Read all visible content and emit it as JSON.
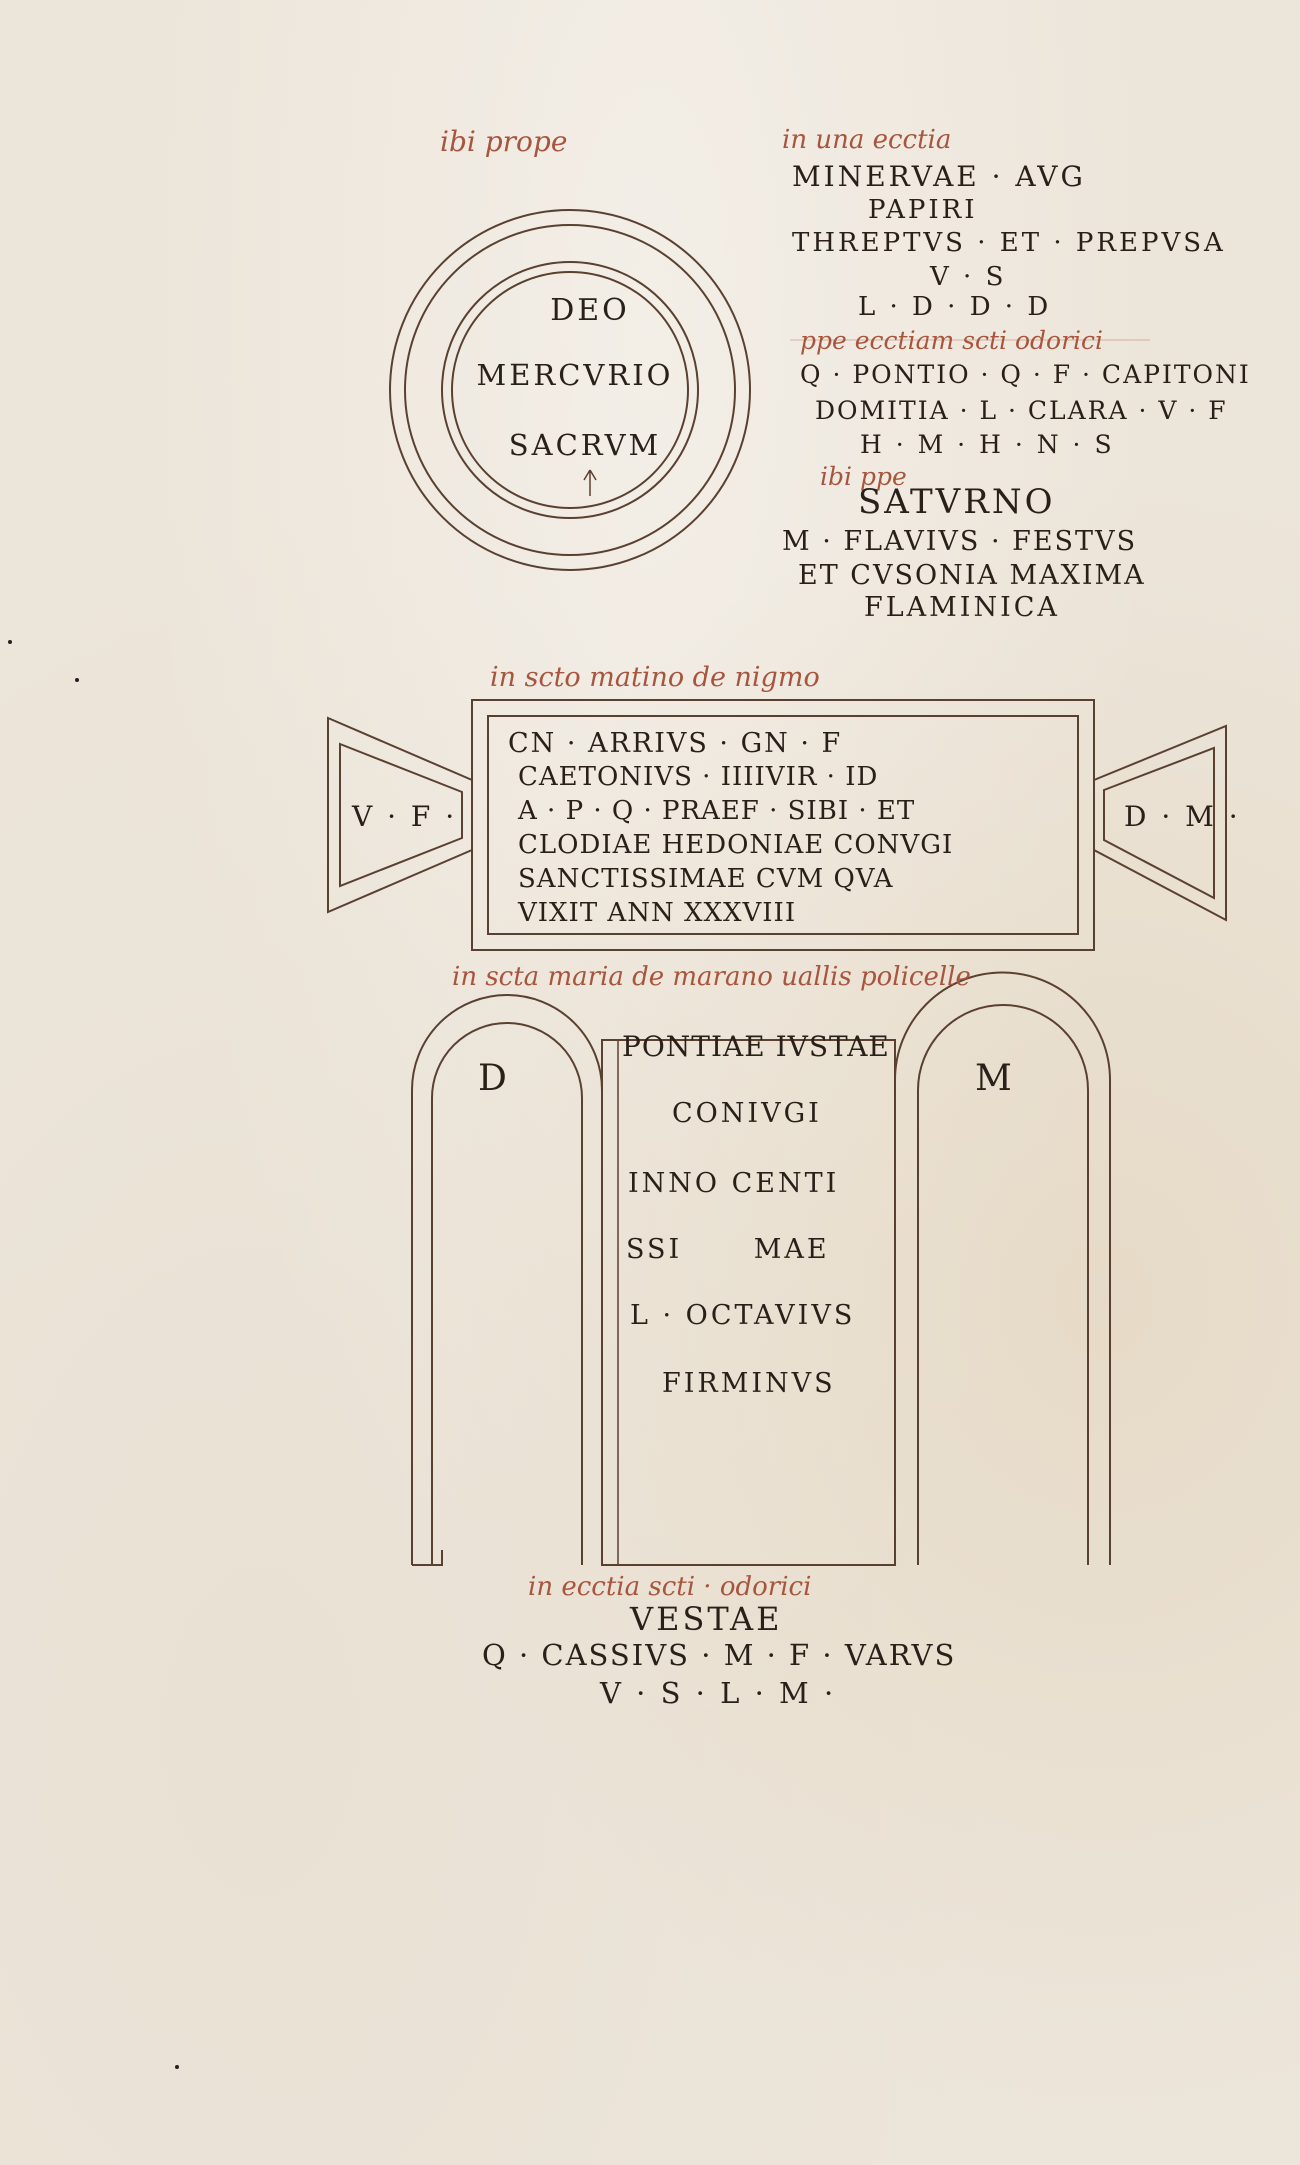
{
  "section1": {
    "rubric_left": "ibi prope",
    "rubric_right": "in una ecctia",
    "circle_lines": [
      "DEO",
      "MERCVRIO",
      "SACRVM"
    ],
    "lines_a": [
      "MINERVAE · AVG",
      "PAPIRI",
      "THREPTVS · ET · PREPVSA",
      "V · S",
      "L · D · D · D"
    ],
    "rubric_mid": "ppe ecctiam scti odorici",
    "lines_b": [
      "Q · PONTIO · Q · F · CAPITONI",
      "DOMITIA · L · CLARA · V · F",
      "H · M · H · N · S"
    ],
    "rubric_low": "ibi ppe",
    "lines_c": [
      "SATVRNO",
      "M · FLAVIVS · FESTVS",
      "ET CVSONIA MAXIMA",
      "FLAMINICA"
    ]
  },
  "section2": {
    "rubric": "in scto matino de nigmo",
    "left_label": "V · F ·",
    "right_label": "D · M ·",
    "lines": [
      "CN · ARRIVS · GN · F",
      "CAETONIVS · IIIIVIR · ID",
      "A · P · Q · PRAEF · SIBI · ET",
      "CLODIAE HEDONIAE CONVGI",
      "SANCTISSIMAE CVM QVA",
      "VIXIT ANN XXXVIII"
    ]
  },
  "section3": {
    "rubric": "in scta maria de marano uallis policelle",
    "left_letter": "D",
    "right_letter": "M",
    "lines": [
      "PONTIAE IVSTAE",
      "CONIVGI",
      "INNO CENTI",
      "SSI MAE",
      "L · OCTAVIVS",
      "FIRMINVS"
    ]
  },
  "section4": {
    "rubric": "in ecctia scti · odorici",
    "lines": [
      "VESTAE",
      "Q · CASSIVS · M · F · VARVS",
      "V · S · L · M ·"
    ]
  }
}
